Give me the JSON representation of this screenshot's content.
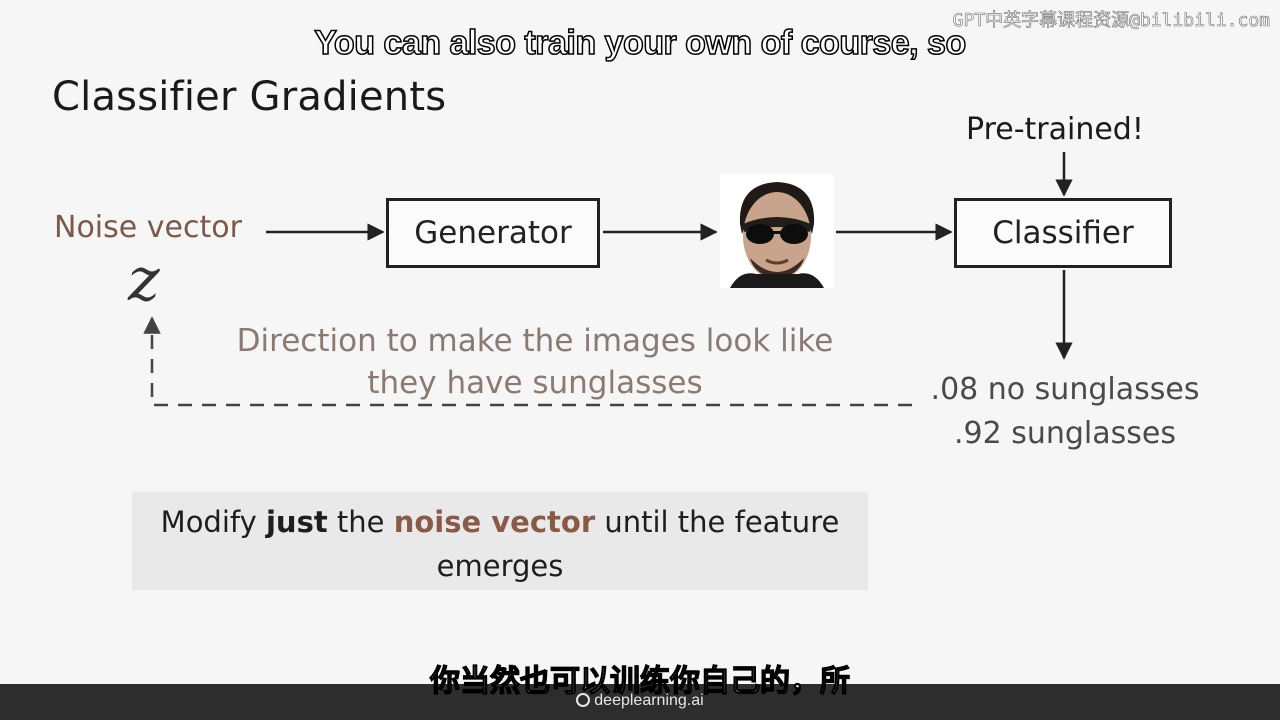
{
  "slide": {
    "title": "Classifier Gradients",
    "noise_label": "Noise vector",
    "z_symbol": "z",
    "generator_label": "Generator",
    "classifier_label": "Classifier",
    "pretrained_label": "Pre-trained!",
    "direction_lines": [
      "Direction to make the images look like",
      "they have sunglasses"
    ],
    "probabilities": [
      ".08 no sunglasses",
      ".92 sunglasses"
    ],
    "callout": {
      "part1": "Modify ",
      "bold": "just",
      "part2": " the ",
      "accent": "noise vector",
      "part3": " until the feature emerges"
    }
  },
  "subtitles": {
    "english": "You can also train your own of course, so",
    "chinese": "你当然也可以训练你自己的，所"
  },
  "watermark": "GPT中英字幕课程资源@bilibili.com",
  "brand": "deeplearning.ai",
  "colors": {
    "accent_brown": "#8a5a48",
    "noise_label": "#7a5a4a",
    "callout_bg": "#e9e9e9",
    "bar_bg": "#2d2d2d"
  }
}
